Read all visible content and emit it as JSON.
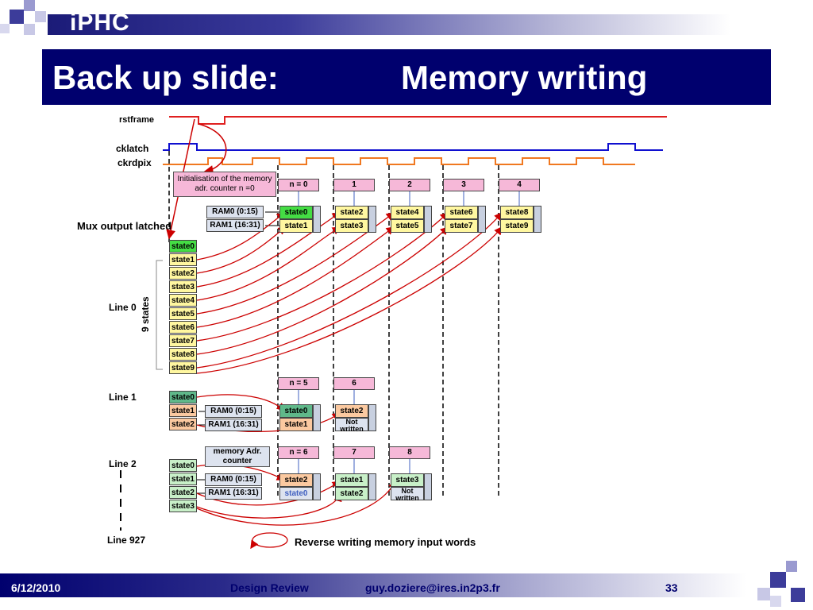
{
  "header": {
    "logo": "iPHC",
    "title_left": "Back up slide:",
    "title_right": "Memory writing"
  },
  "signals": {
    "rstframe": "rstframe",
    "cklatch": "cklatch",
    "ckrdpix": "ckrdpix"
  },
  "init_box": "Initialisation of the memory adr. counter n =0",
  "mux_label": "Mux output latched",
  "ram0": "RAM0 (0:15)",
  "ram1": "RAM1 (16:31)",
  "line_labels": {
    "line0": "Line 0",
    "line1": "Line 1",
    "line2": "Line 2",
    "line927": "Line 927"
  },
  "nine_states": "9 states",
  "line0_states": [
    "state0",
    "state1",
    "state2",
    "state3",
    "state4",
    "state5",
    "state6",
    "state7",
    "state8",
    "state9"
  ],
  "line1_states": [
    "state0",
    "state1",
    "state2"
  ],
  "line2_states": [
    "state0",
    "state1",
    "state2",
    "state3"
  ],
  "counters_row0": [
    "n = 0",
    "1",
    "2",
    "3",
    "4"
  ],
  "counters_row1": [
    "n = 5",
    "6"
  ],
  "counters_row2": [
    "n = 6",
    "7",
    "8"
  ],
  "cells_row0": [
    [
      "state0",
      "state1"
    ],
    [
      "state2",
      "state3"
    ],
    [
      "state4",
      "state5"
    ],
    [
      "state6",
      "state7"
    ],
    [
      "state8",
      "state9"
    ]
  ],
  "cells_row1": [
    [
      "state0",
      "state1"
    ],
    [
      "state2",
      "Not written"
    ]
  ],
  "cells_row2": [
    [
      "state2",
      "state0"
    ],
    [
      "state1",
      "state2"
    ],
    [
      "state3",
      "Not written"
    ]
  ],
  "memory_counter": "memory Adr. counter",
  "legend_text": "Reverse writing memory input words",
  "footer": {
    "date": "6/12/2010",
    "review": "Design Review",
    "email": "guy.doziere@ires.in2p3.fr",
    "page": "33"
  },
  "colors": {
    "title_bg": "#00006e",
    "rstframe": "#e02020",
    "cklatch": "#1010d0",
    "ckrdpix": "#f07820",
    "arrow": "#cc0000",
    "state_green": "#44dd44",
    "state_yellow": "#fff7a0",
    "state_orange": "#fbc9a0",
    "state_teal": "#5fb88a",
    "state_lightgreen": "#c8f0c8",
    "counter_pink": "#f6b8d8"
  }
}
